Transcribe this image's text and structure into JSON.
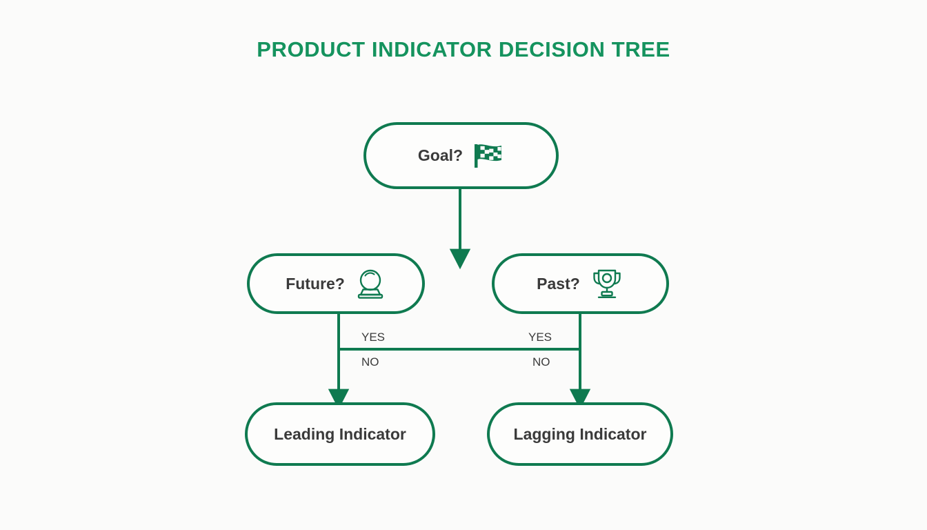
{
  "page": {
    "title": "PRODUCT INDICATOR DECISION TREE",
    "background_color": "#fbfbfa",
    "accent_color": "#0f7a50",
    "title_color": "#15935e",
    "text_color": "#3a3a3a"
  },
  "diagram": {
    "type": "decision-tree",
    "nodes": [
      {
        "id": "goal",
        "label": "Goal?",
        "icon": "checkered-flag-icon",
        "role": "root-decision"
      },
      {
        "id": "future",
        "label": "Future?",
        "icon": "crystal-ball-icon",
        "role": "decision"
      },
      {
        "id": "past",
        "label": "Past?",
        "icon": "trophy-icon",
        "role": "decision"
      },
      {
        "id": "leading",
        "label": "Leading Indicator",
        "icon": "",
        "role": "outcome"
      },
      {
        "id": "lagging",
        "label": "Lagging Indicator",
        "icon": "",
        "role": "outcome"
      }
    ],
    "edges": [
      {
        "from": "goal",
        "to": "future",
        "label": ""
      },
      {
        "from": "goal",
        "to": "past",
        "label": ""
      },
      {
        "from": "future",
        "to": "leading",
        "label": "YES"
      },
      {
        "from": "future",
        "to": "leading",
        "label": "NO"
      },
      {
        "from": "past",
        "to": "lagging",
        "label": "YES"
      },
      {
        "from": "past",
        "to": "lagging",
        "label": "NO"
      }
    ],
    "edge_labels": {
      "yes_left": "YES",
      "no_left": "NO",
      "yes_right": "YES",
      "no_right": "NO"
    }
  }
}
